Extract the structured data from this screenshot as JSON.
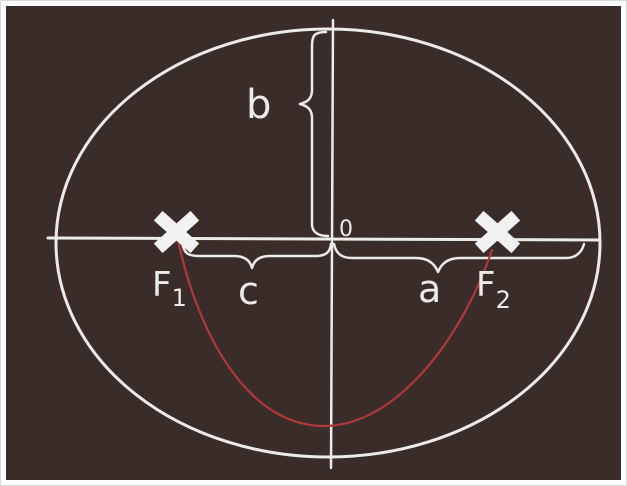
{
  "diagram": {
    "labels": {
      "semi_minor": "b",
      "origin": "0",
      "focal_distance": "c",
      "semi_major": "a",
      "focus_left_letter": "F",
      "focus_left_sub": "1",
      "focus_right_letter": "F",
      "focus_right_sub": "2"
    },
    "colors": {
      "background": "#3a2c28",
      "chalk": "#ecebe6",
      "string": "#b0383a",
      "focus_marker": "#f2f2f2"
    }
  }
}
